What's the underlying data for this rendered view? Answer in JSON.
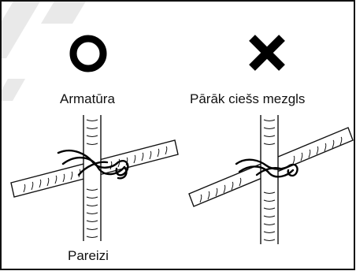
{
  "panels": {
    "left": {
      "top_label": "Armatūra",
      "bottom_label": "Pareizi",
      "symbol_icon": "circle-ok-icon"
    },
    "right": {
      "top_label": "Pārāk ciešs mezgls",
      "symbol_icon": "cross-wrong-icon"
    }
  }
}
